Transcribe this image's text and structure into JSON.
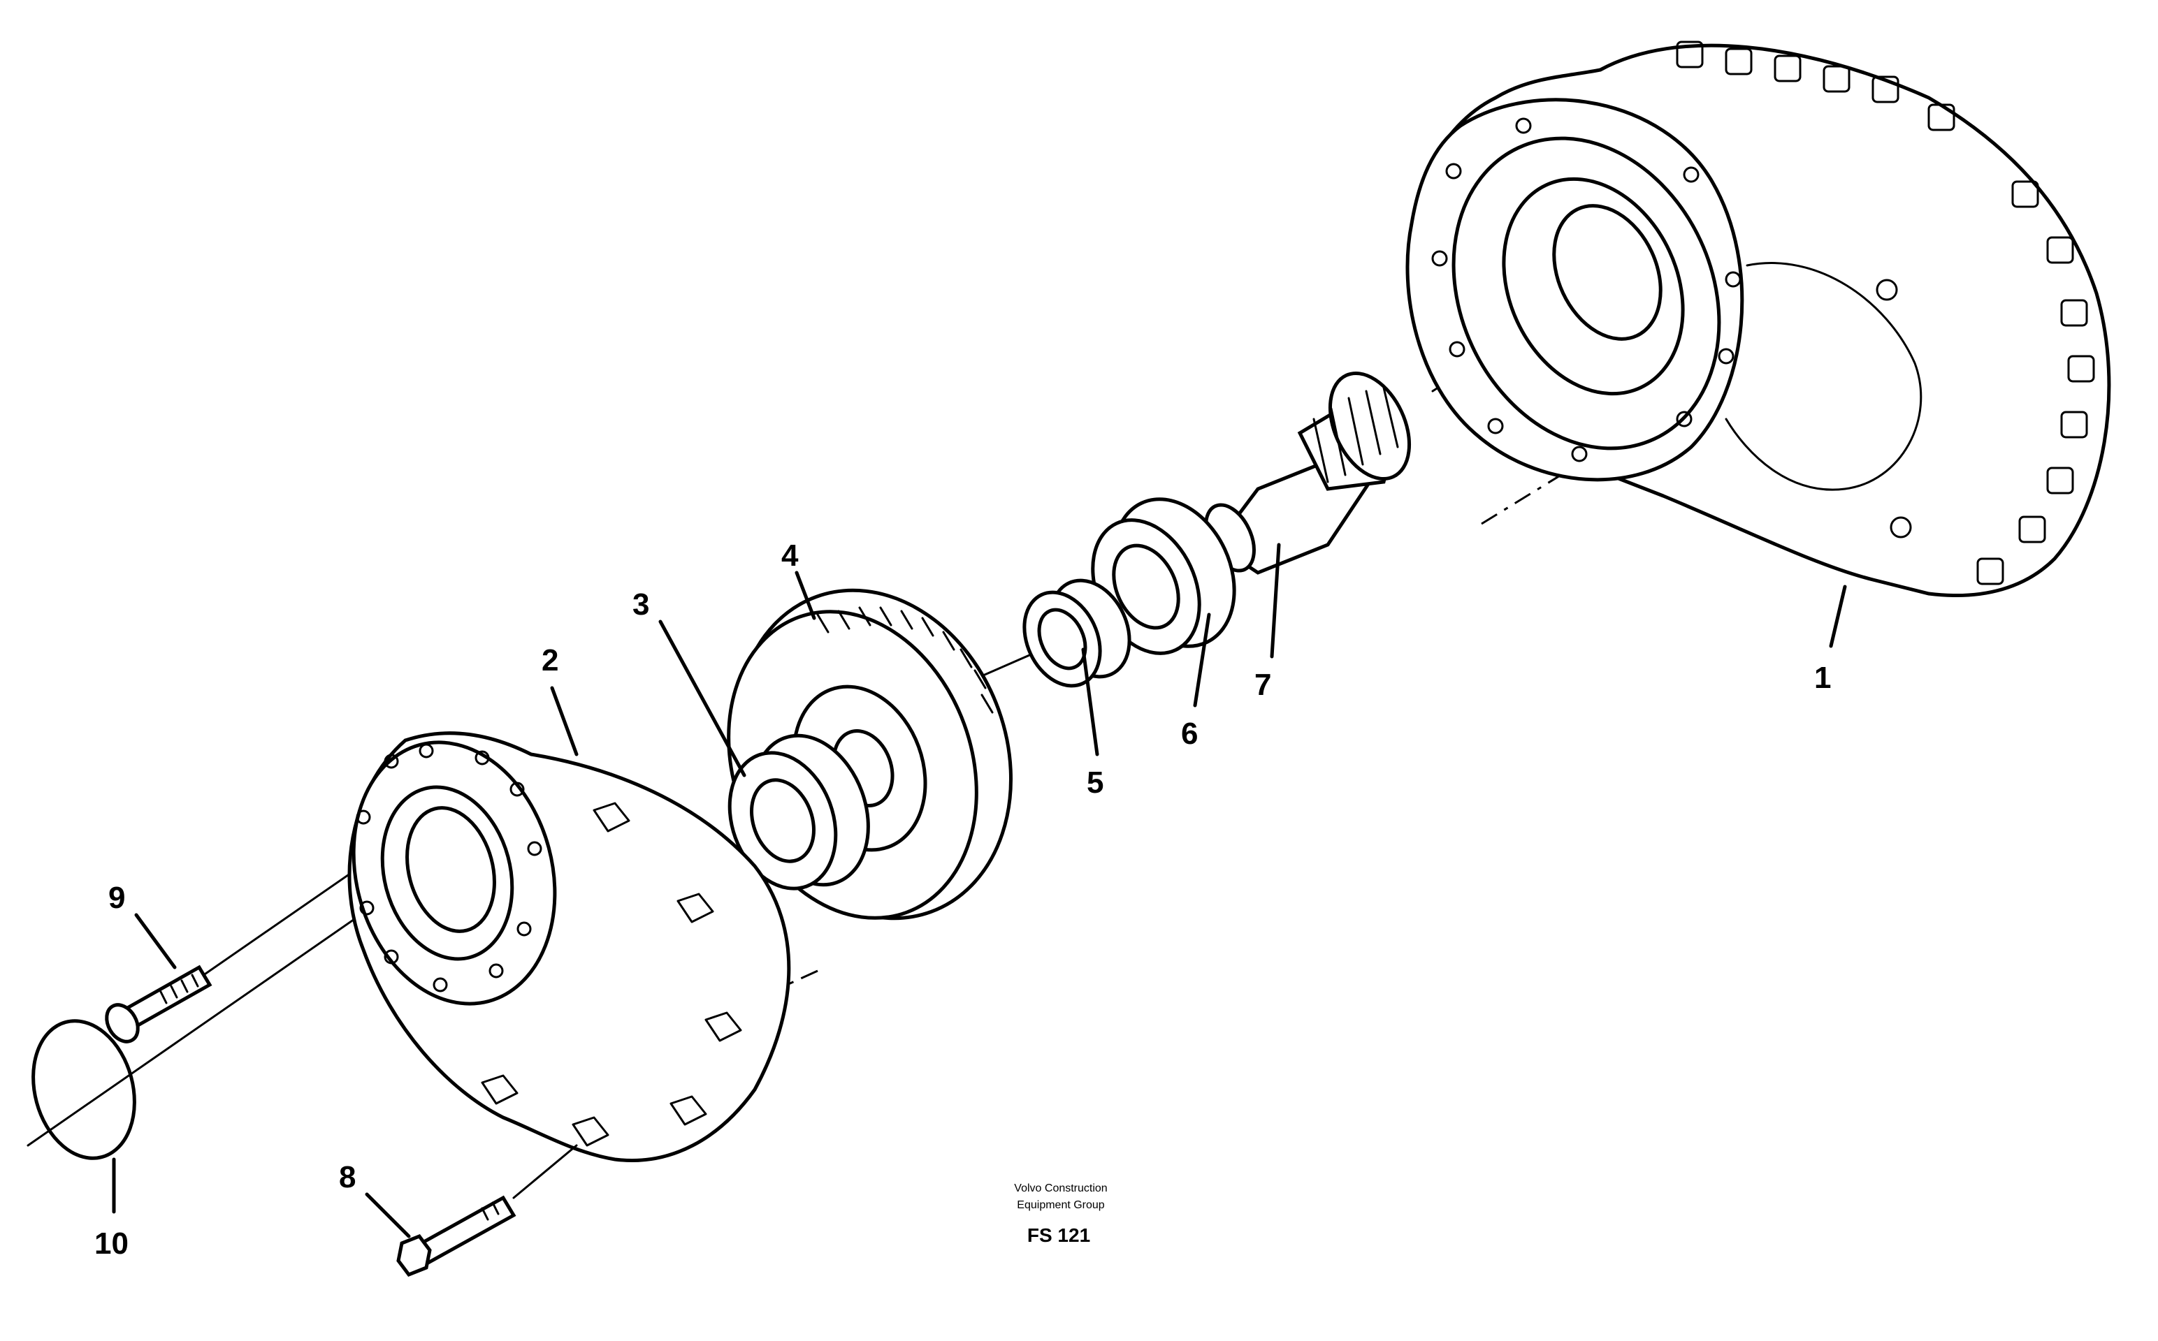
{
  "labels": {
    "l1": "1",
    "l2": "2",
    "l3": "3",
    "l4": "4",
    "l5": "5",
    "l6": "6",
    "l7": "7",
    "l8": "8",
    "l9": "9",
    "l10": "10"
  },
  "footer": {
    "line1": "Volvo Construction",
    "line2": "Equipment Group",
    "code": "FS 121"
  }
}
